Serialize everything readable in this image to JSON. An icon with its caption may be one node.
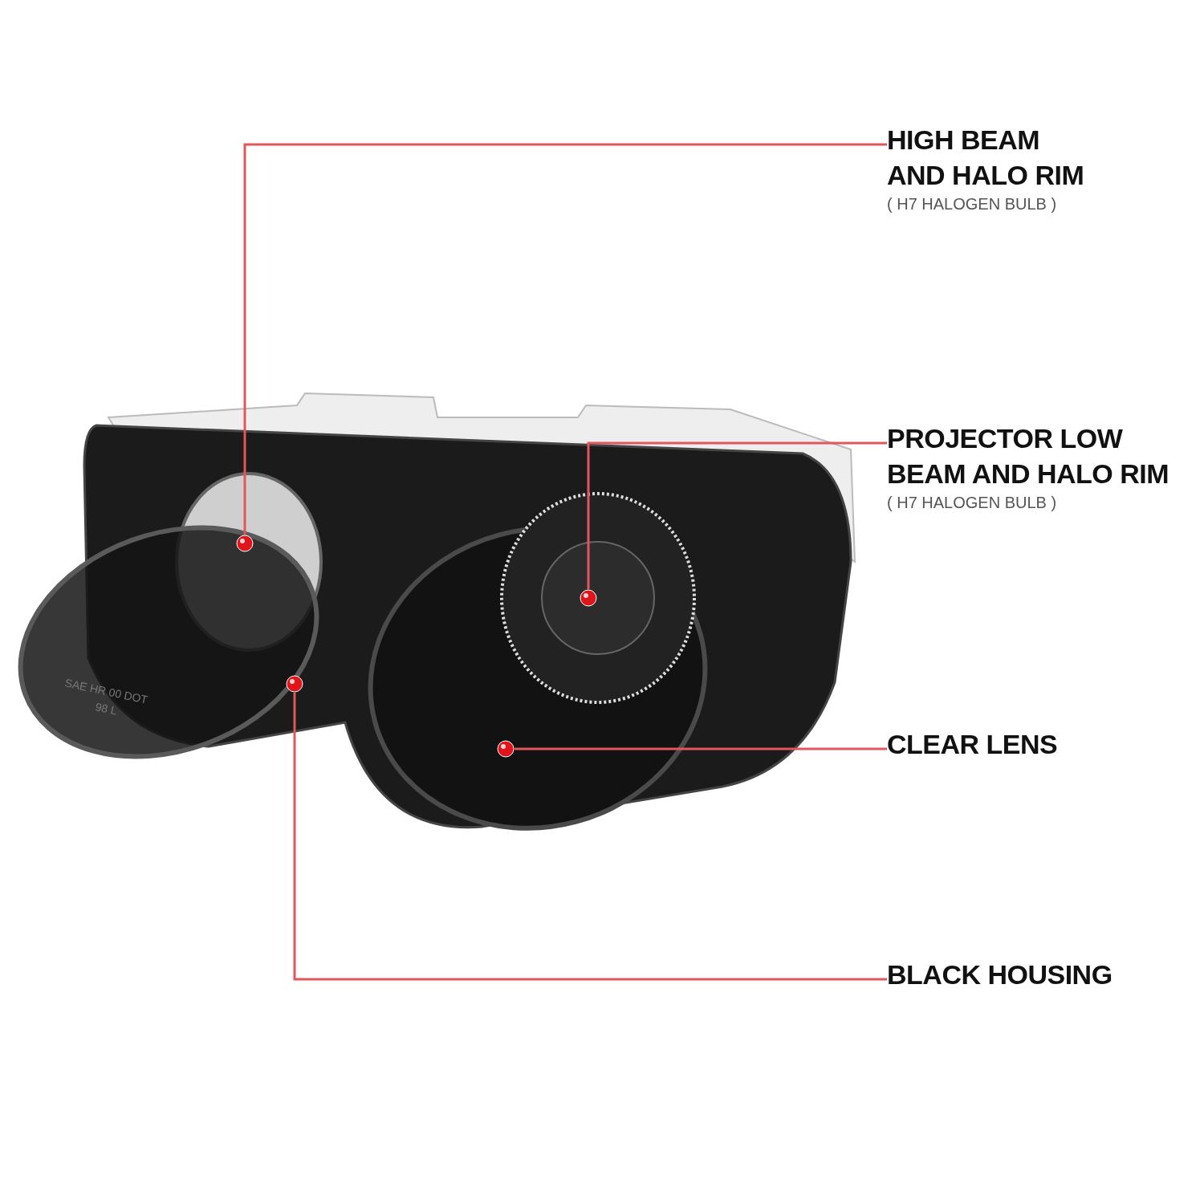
{
  "diagram": {
    "nodes": [
      {
        "text": [
          "HIGH BEAM AND HALO RIM",
          "( H7 HALOGEN BULB )"
        ]
      },
      {
        "text": [
          "PROJECTOR LOW BEAM AND HALO RIM",
          "( H7 HALOGEN BULB )"
        ]
      },
      {
        "text": [
          "CLEAR LENS"
        ]
      },
      {
        "text": [
          "BLACK HOUSING"
        ]
      },
      {
        "text": [],
        "shape": "circle"
      },
      {
        "text": [],
        "shape": "circle"
      },
      {
        "text": [],
        "shape": "circle"
      },
      {
        "text": [],
        "shape": "circle"
      }
    ],
    "edges": [
      {
        "from": 0,
        "to": 4,
        "arrow": "none"
      },
      {
        "from": 1,
        "to": 7,
        "arrow": "none"
      },
      {
        "from": 2,
        "to": 6,
        "arrow": "none"
      },
      {
        "from": 3,
        "to": 5,
        "arrow": "none"
      }
    ],
    "labels": [
      "SAE HR 00 DOT",
      "98 L"
    ]
  }
}
